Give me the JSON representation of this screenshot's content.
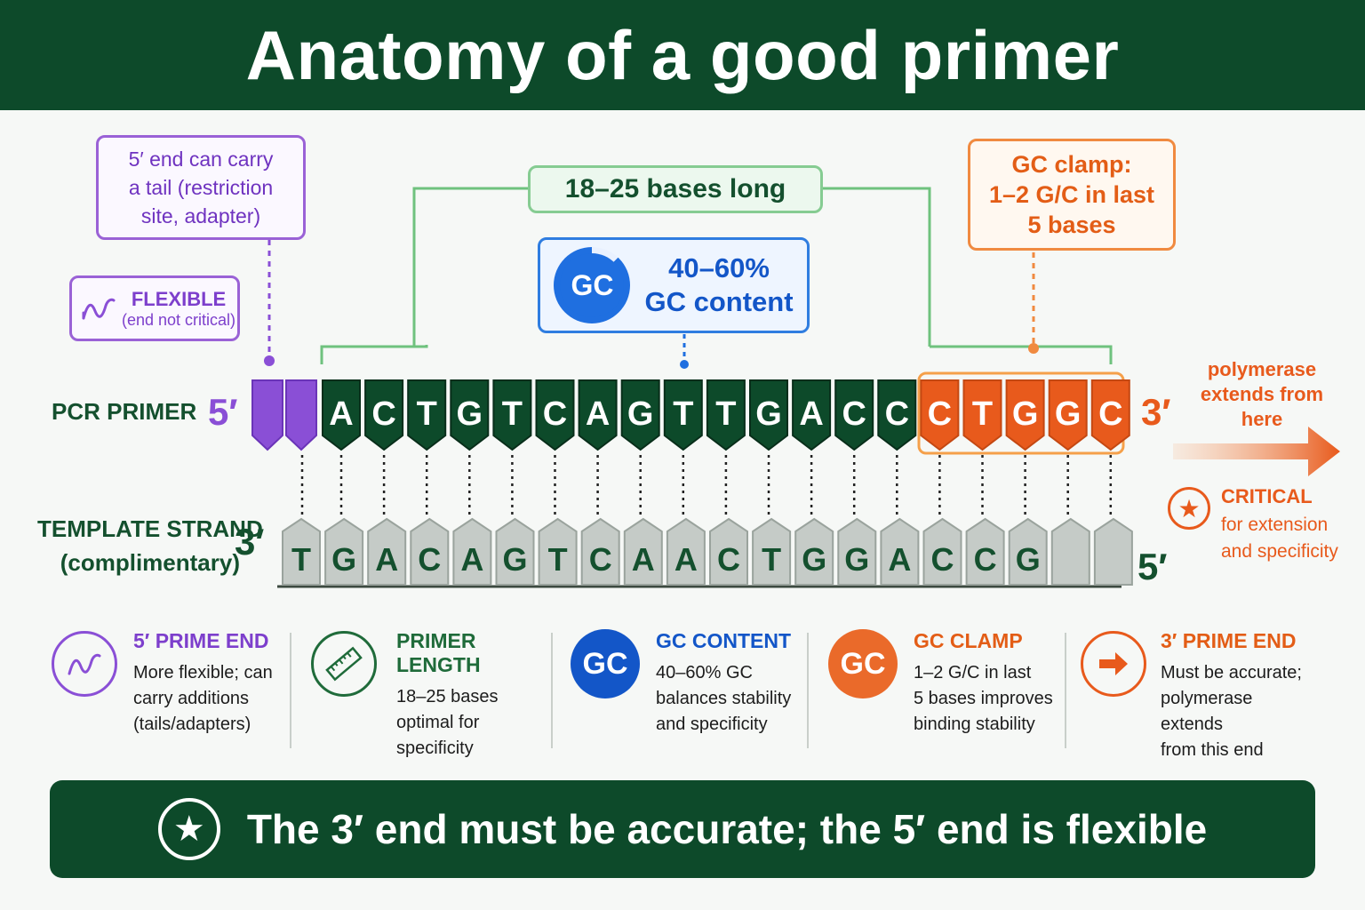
{
  "title": "Anatomy of a good primer",
  "callouts": {
    "five_tail": "5′ end can carry\na tail (restriction\nsite, adapter)",
    "flexible_title": "FLEXIBLE",
    "flexible_sub": "(end not critical)",
    "length": "18–25 bases long",
    "gc_content_icon": "GC",
    "gc_content": "40–60%\nGC content",
    "gc_clamp": "GC clamp:\n1–2 G/C in last\n5 bases"
  },
  "primer": {
    "label": "PCR PRIMER",
    "end5": "5′",
    "end3": "3′",
    "bases": [
      "A",
      "C",
      "T",
      "G",
      "T",
      "C",
      "A",
      "G",
      "T",
      "T",
      "G",
      "A",
      "C",
      "C",
      "C",
      "T",
      "G",
      "G",
      "C"
    ],
    "clamp_start_index": 14
  },
  "template": {
    "label": "TEMPLATE STRAND\n(complimentary)",
    "end3": "3′",
    "end5": "5′",
    "bases": [
      "T",
      "G",
      "A",
      "C",
      "A",
      "G",
      "T",
      "C",
      "A",
      "A",
      "C",
      "T",
      "G",
      "G",
      "A",
      "C",
      "C",
      "G",
      "",
      ""
    ]
  },
  "right_panel": {
    "polymerase": "polymerase\nextends from\nhere",
    "critical_title": "CRITICAL",
    "critical_text": "for extension\nand specificity"
  },
  "legend": [
    {
      "title": "5′ PRIME END",
      "text": "More flexible; can\ncarry additions\n(tails/adapters)",
      "icon": "wave-icon",
      "color": "#7d3fcc"
    },
    {
      "title": "PRIMER LENGTH",
      "text": "18–25 bases\noptimal for\nspecificity",
      "icon": "ruler-icon",
      "color": "#1f6b3a"
    },
    {
      "title": "GC CONTENT",
      "text": "40–60% GC\nbalances stability\nand specificity",
      "icon": "gc-icon",
      "icon_text": "GC",
      "color": "#1356c8"
    },
    {
      "title": "GC CLAMP",
      "text": "1–2 G/C in last\n5 bases improves\nbinding stability",
      "icon": "gc-icon",
      "icon_text": "GC",
      "color": "#e35d16"
    },
    {
      "title": "3′ PRIME END",
      "text": "Must be accurate;\npolymerase extends\nfrom this end",
      "icon": "arrow-icon",
      "color": "#e35d16"
    }
  ],
  "bottom_banner": "The 3′ end must be accurate; the 5′ end is flexible",
  "colors": {
    "dark_green": "#0d4a2a",
    "purple": "#8a4fd6",
    "blue": "#1356c8",
    "orange": "#e85a1c",
    "template_gray": "#c5cbc7"
  }
}
